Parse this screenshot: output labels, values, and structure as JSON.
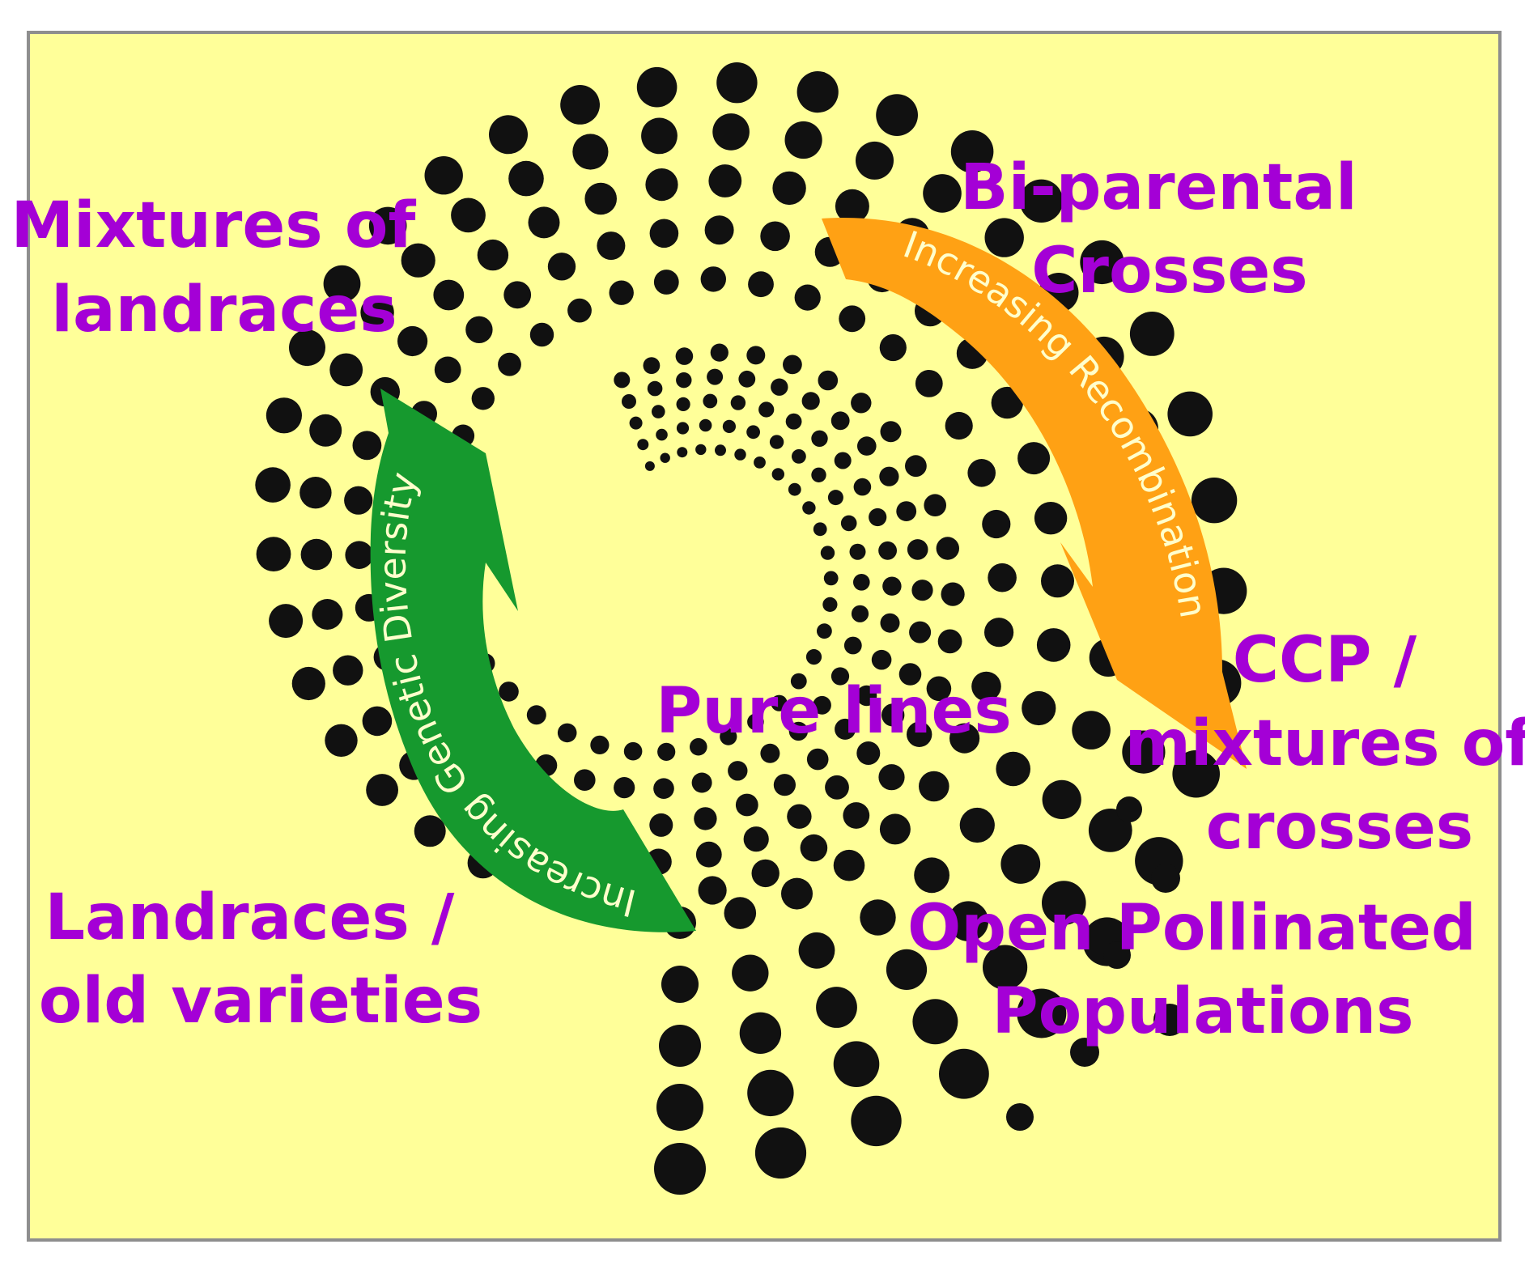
{
  "colors": {
    "background": "#FFFF99",
    "border": "#8E8E8E",
    "dots": "#111111",
    "label": "#A400D6",
    "green_arrow": "#16992E",
    "orange_arrow": "#FFA114",
    "arrow_text": "#FFFFCC"
  },
  "icons": {
    "green_arrow": "curved-arrow-up-icon",
    "orange_arrow": "curved-arrow-down-icon",
    "dots": "dot-spiral"
  },
  "labels": {
    "mixtures_of_landraces": [
      "Mixtures of",
      "landraces"
    ],
    "bi_parental_crosses": [
      "Bi-parental",
      "Crosses"
    ],
    "ccp_mixtures": [
      "CCP /",
      "mixtures of",
      "crosses"
    ],
    "open_pollinated": [
      "Open Pollinated",
      "Populations"
    ],
    "pure_lines": [
      "Pure lines"
    ],
    "landraces_old": [
      "Landraces /",
      "old varieties"
    ]
  },
  "arrows": {
    "green_label": "Increasing Genetic Diversity",
    "orange_label": "Increasing Recombination"
  }
}
